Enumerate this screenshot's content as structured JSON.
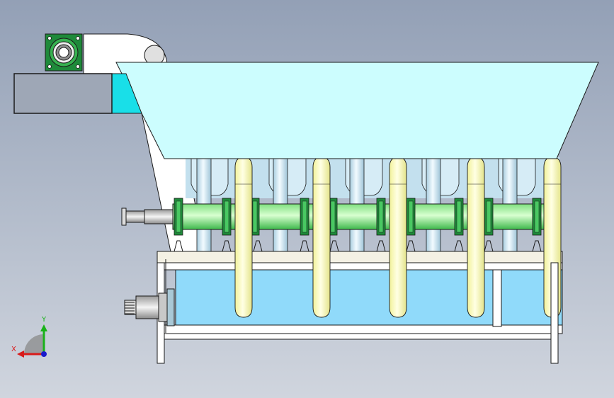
{
  "triad": {
    "x_label": "X",
    "y_label": "Y",
    "x_color": "#d81a1a",
    "y_color": "#19b219",
    "z_color": "#1a1acc"
  },
  "colors": {
    "background_top": "#93a0b6",
    "background_bottom": "#d0d5de",
    "hopper": "#ccfdfe",
    "tank_water": "#90dafa",
    "yellow_tube": "#fcfcc0",
    "blue_tube": "#cfe8f6",
    "green_flange": "#1e8a3a",
    "outline": "#1a1a1a"
  },
  "model": {
    "yellow_u_tubes": 5,
    "blue_tubes": 5,
    "shaft_flanges": 10
  }
}
